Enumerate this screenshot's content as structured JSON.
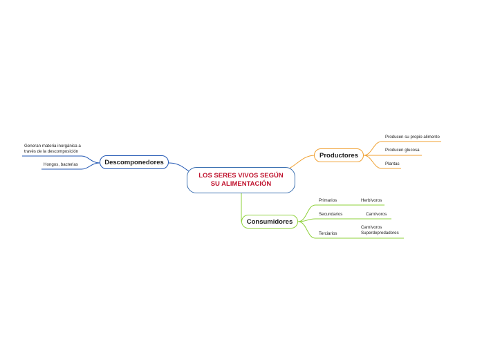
{
  "root": {
    "line1": "LOS SERES VIVOS SEGÚN",
    "line2": "SU ALIMENTACIÓN"
  },
  "descomponedores": {
    "label": "Descomponedores",
    "items": [
      {
        "line1": "Generan materia inorgánica a",
        "line2": "través de la descomposición"
      },
      {
        "line1": "Hongos, bacterias"
      }
    ]
  },
  "productores": {
    "label": "Productores",
    "items": [
      "Producen su propio alimento",
      "Producen glucosa",
      "Plantas"
    ]
  },
  "consumidores": {
    "label": "Consumidores",
    "items": [
      {
        "label": "Primarios",
        "detail": "Herbívoros"
      },
      {
        "label": "Secundarios",
        "detail": "Carnívoros"
      },
      {
        "label": "Terciarios",
        "detail": "Carnívoros",
        "detail2": "Superdepredadores"
      }
    ]
  },
  "colors": {
    "root_text": "#c0142f",
    "descomponedores": "#1f55b3",
    "productores": "#f0a030",
    "consumidores": "#8ed13a"
  }
}
